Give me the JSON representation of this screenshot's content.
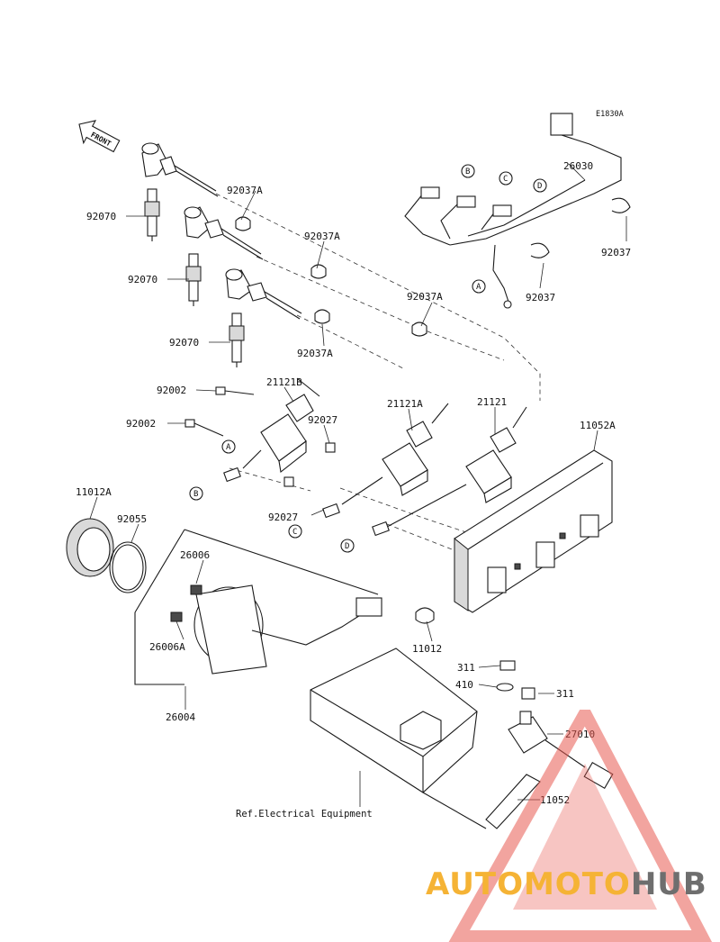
{
  "diagram_code": "E1830A",
  "front_marker": "FRONT",
  "parts": {
    "spark_plug": "92070",
    "cap_clamp": "92037A",
    "clamp": "92037",
    "bolt": "92002",
    "collar": "92027",
    "coil_b": "21121B",
    "coil_a": "21121A",
    "coil": "21121",
    "bracket_a": "11052A",
    "bracket": "11052",
    "gasket_a": "11012A",
    "o_ring": "92055",
    "sensor_assy": "26004",
    "sensor_part_1": "26006",
    "sensor_part_2": "26006A",
    "cap": "11012",
    "harness": "26030",
    "nut": "311",
    "washer": "410",
    "relay": "27010"
  },
  "callouts": {
    "a": "A",
    "b": "B",
    "c": "C",
    "d": "D"
  },
  "ref_note": "Ref.Electrical Equipment",
  "watermark": {
    "part1": "AUTOMOTO",
    "part2": "HUB",
    "color1": "#f5b335",
    "color2": "#e85a50",
    "color3": "#6e6e6e"
  }
}
